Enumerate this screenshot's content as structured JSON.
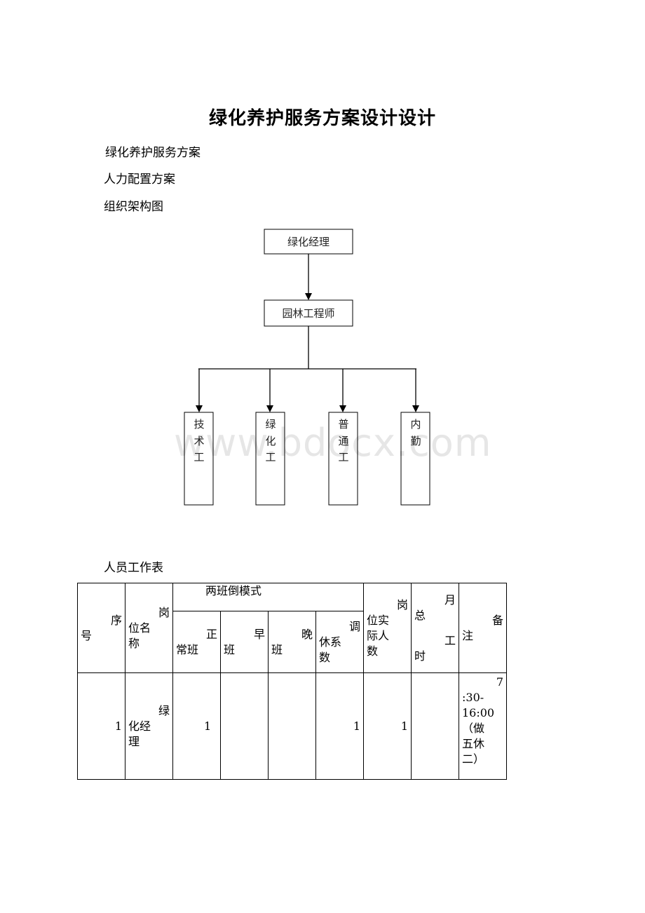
{
  "document": {
    "title": "绿化养护服务方案设计设计",
    "para1": "绿化养护服务方案",
    "para2": "人力配置方案",
    "para3": "组织架构图",
    "para4": "人员工作表",
    "watermark": "www.bdocx.com"
  },
  "org_chart": {
    "top": "绿化经理",
    "middle": "园林工程师",
    "bottom": [
      [
        "技",
        "术",
        "工"
      ],
      [
        "绿",
        "化",
        "工"
      ],
      [
        "普",
        "通",
        "工"
      ],
      [
        "内",
        "勤"
      ]
    ]
  },
  "table": {
    "h_seq_a": "序",
    "h_seq_b": "号",
    "h_pos_a": "岗",
    "h_pos_b": "位名",
    "h_pos_c": "称",
    "h_mode": "两班倒模式",
    "h_normal_a": "正",
    "h_normal_b": "常班",
    "h_early_a": "早",
    "h_early_b": "班",
    "h_late_a": "晚",
    "h_late_b": "班",
    "h_coef_a": "调",
    "h_coef_b": "休系",
    "h_coef_c": "数",
    "h_actual_a": "岗",
    "h_actual_b": "位实",
    "h_actual_c": "际人",
    "h_actual_d": "数",
    "h_hours_a": "月",
    "h_hours_b": "总",
    "h_hours_c": "工",
    "h_hours_d": "时",
    "h_note_a": "备",
    "h_note_b": "注",
    "row1": {
      "seq": "1",
      "pos_a": "绿",
      "pos_b": "化经",
      "pos_c": "理",
      "normal": "1",
      "early": "",
      "late": "",
      "coef": "1",
      "actual": "1",
      "hours": "",
      "note_a": "7",
      "note_b": ":30-",
      "note_c": "16:00",
      "note_d": "（做",
      "note_e": "五休",
      "note_f": "二）"
    }
  }
}
